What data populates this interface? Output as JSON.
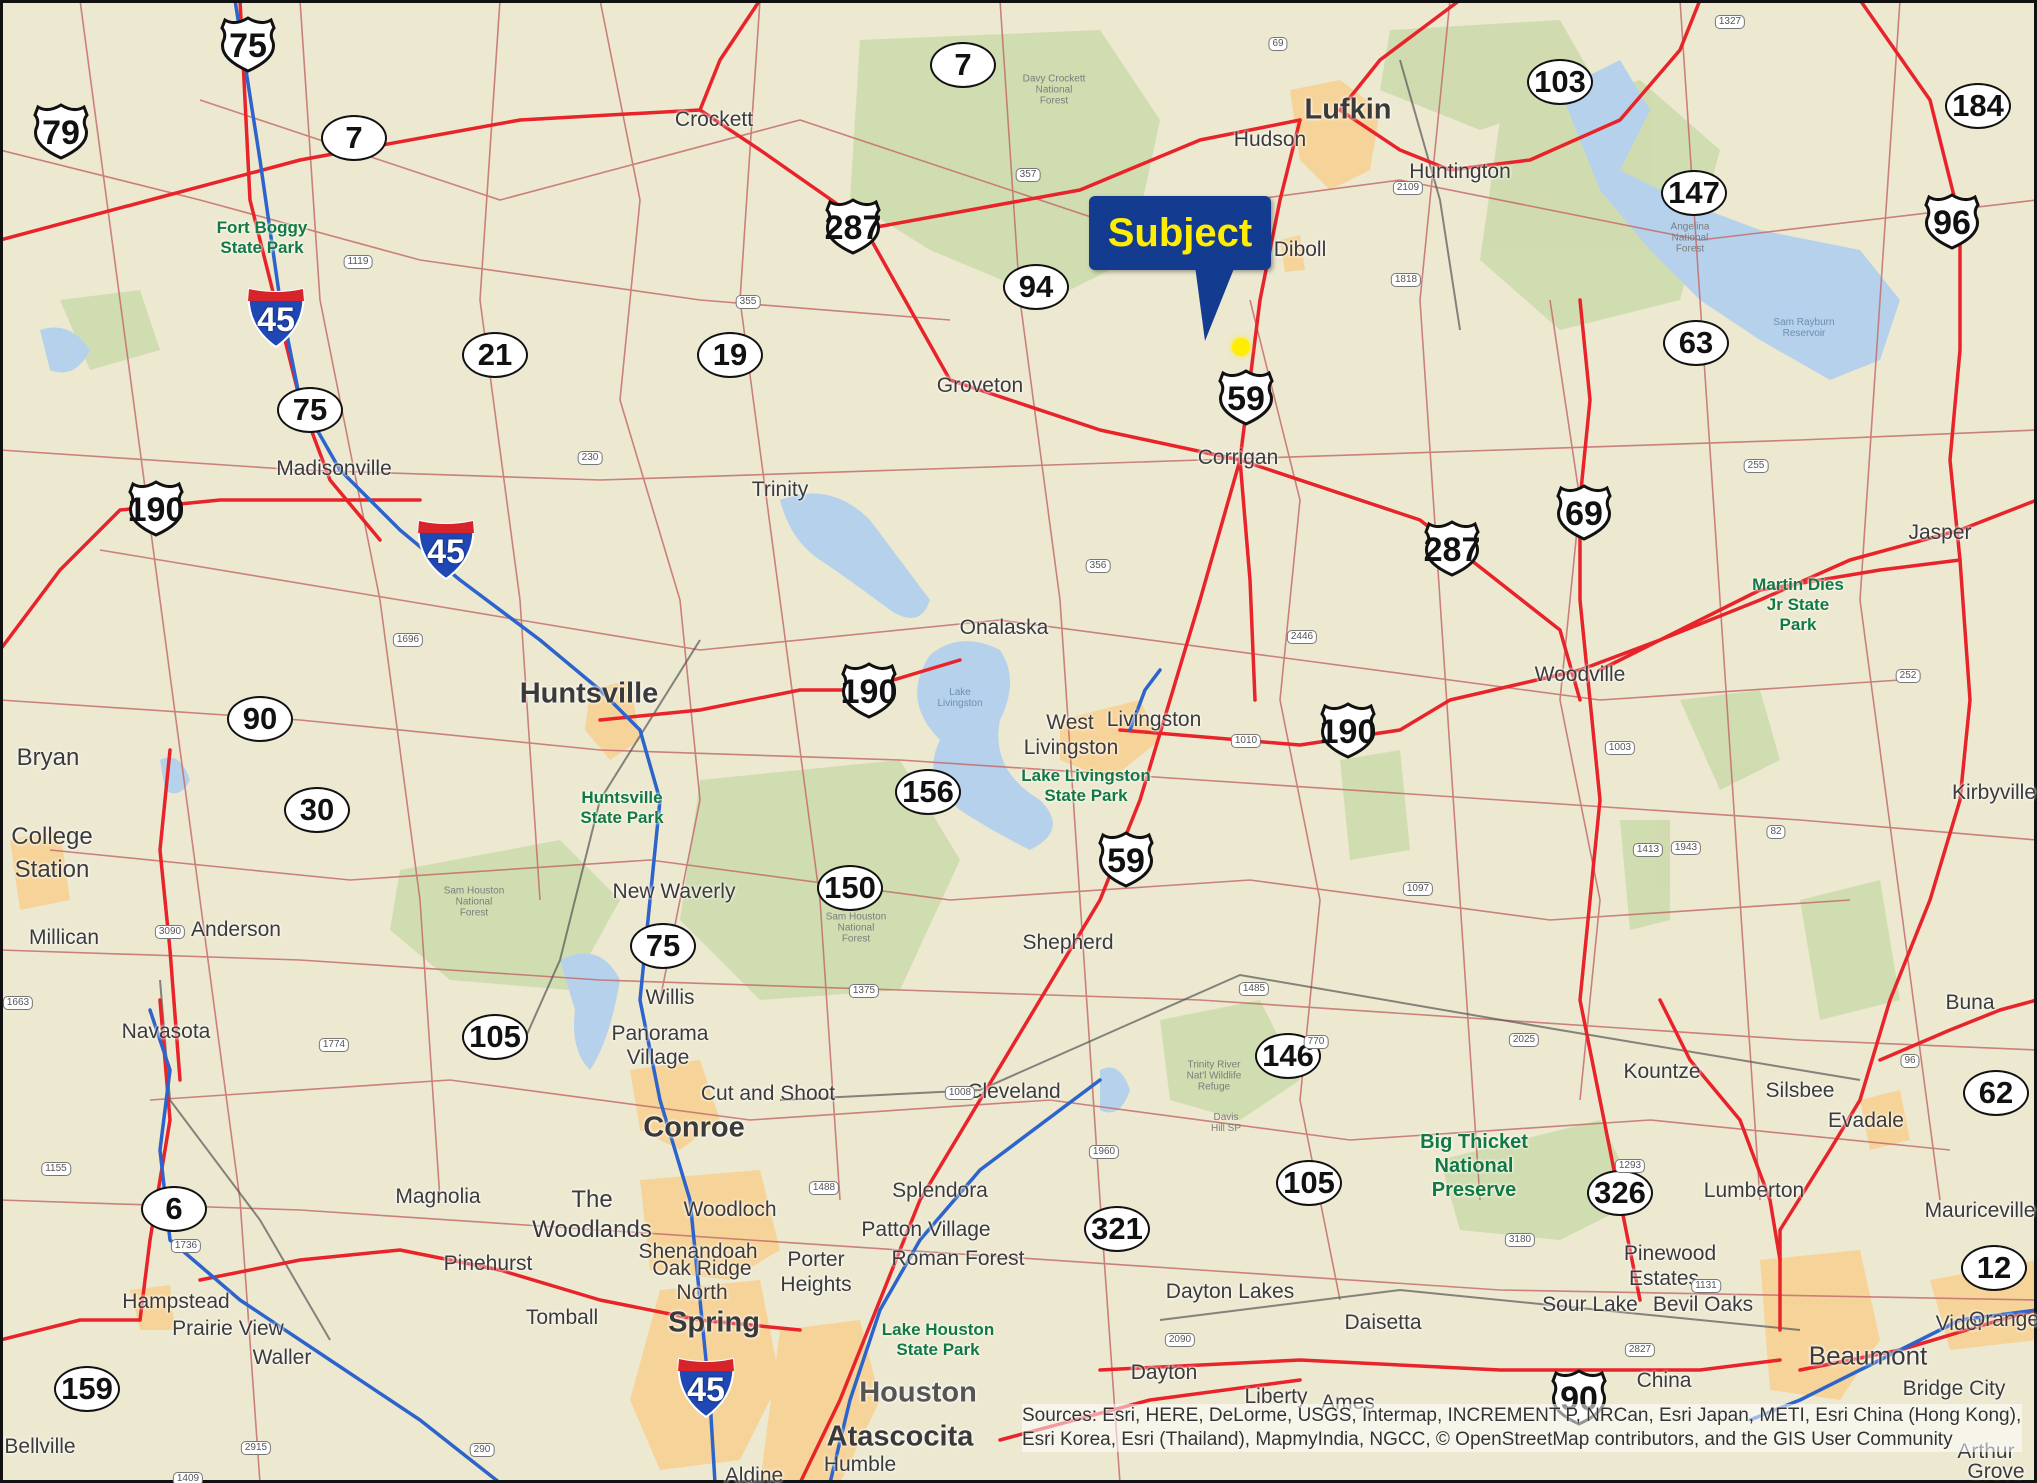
{
  "callout": {
    "text": "Subject"
  },
  "cities": [
    "Lufkin",
    "Huntsville",
    "Conroe",
    "Spring",
    "Houston",
    "Atascocita",
    "Beaumont"
  ],
  "towns": [
    "Crockett",
    "Hudson",
    "Huntington",
    "Diboll",
    "Groveton",
    "Corrigan",
    "Trinity",
    "Madisonville",
    "Onalaska",
    "West",
    "Livingston",
    "Livingston",
    "Woodville",
    "Jasper",
    "Bryan",
    "College",
    "Station",
    "Millican",
    "Anderson",
    "New Waverly",
    "Navasota",
    "Willis",
    "Panorama",
    "Village",
    "Cut and Shoot",
    "Cleveland",
    "Shepherd",
    "Kountze",
    "Silsbee",
    "Evadale",
    "Kirbyville",
    "Buna",
    "Lumberton",
    "Mauriceville",
    "Magnolia",
    "The",
    "Woodlands",
    "Woodloch",
    "Shenandoah",
    "Oak Ridge",
    "North",
    "Splendora",
    "Patton Village",
    "Roman Forest",
    "Porter",
    "Heights",
    "Pinehurst",
    "Hampstead",
    "Prairie View",
    "Waller",
    "Tomball",
    "Dayton Lakes",
    "Daisetta",
    "Pinewood",
    "Estates",
    "Sour Lake",
    "Bevil Oaks",
    "Vidor",
    "Orange",
    "Bridge City",
    "China",
    "Dayton",
    "Liberty",
    "Ames",
    "Bellville",
    "Humble",
    "Aldine",
    "Grove",
    "Arthur"
  ],
  "parks": [
    "Fort Boggy\nState Park",
    "Huntsville\nState Park",
    "Lake Livingston\nState Park",
    "Martin Dies\nJr State\nPark",
    "Big Thicket\nNational\nPreserve",
    "Lake Houston\nState Park"
  ],
  "minor_labels": [
    "Davy Crockett\nNational\nForest",
    "Angelina\nNational\nForest",
    "Sam Houston\nNational\nForest",
    "Sam Houston\nNational\nForest",
    "Trinity River\nNat'l Wildlife\nRefuge",
    "Davis\nHill SP"
  ],
  "lakes": [
    "Sam Rayburn\nReservoir",
    "Lake\nLivingston"
  ],
  "shields": {
    "state": [
      "7",
      "7",
      "21",
      "19",
      "94",
      "75",
      "103",
      "147",
      "63",
      "184",
      "90",
      "30",
      "156",
      "150",
      "75",
      "105",
      "146",
      "105",
      "6",
      "321",
      "326",
      "62",
      "12",
      "159"
    ],
    "us": [
      "75",
      "79",
      "287",
      "59",
      "190",
      "69",
      "96",
      "287",
      "190",
      "190",
      "59",
      "90"
    ],
    "interstate": [
      "45",
      "45",
      "45"
    ]
  },
  "small_road_numbers": [
    "69",
    "1327",
    "357",
    "2109",
    "1818",
    "1119",
    "230",
    "355",
    "356",
    "1696",
    "3090",
    "2446",
    "1774",
    "1375",
    "1097",
    "2025",
    "1485",
    "1010",
    "1293",
    "1413",
    "770",
    "1003",
    "1943",
    "252",
    "82",
    "255",
    "96",
    "1736",
    "1488",
    "1960",
    "290",
    "1008",
    "2090",
    "3180",
    "2915",
    "1409",
    "1663",
    "2827",
    "1131",
    "1155"
  ],
  "attribution": "Sources: Esri, HERE, DeLorme, USGS, Intermap, INCREMENT P, NRCan, Esri Japan, METI, Esri China (Hong Kong), Esri Korea, Esri (Thailand), MapmyIndia, NGCC, © OpenStreetMap contributors, and the GIS User Community",
  "colors": {
    "land": "#ede8d0",
    "forest": "#cfdcae",
    "water": "#b5d1ec",
    "urban": "#f6d499",
    "major_road": "#e8232a",
    "minor_road": "#c46e6e",
    "interstate_road": "#2c63cc",
    "callout": "#133b8f",
    "callout_text": "#ffee00"
  }
}
